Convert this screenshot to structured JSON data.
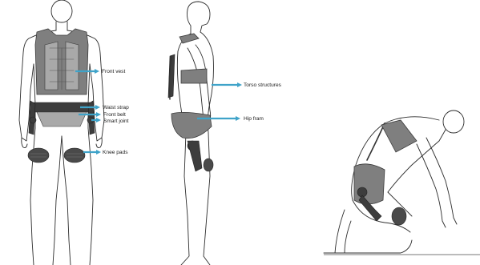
{
  "labels": {
    "front_vest": "Front vest",
    "waist_strap": "Waist strap",
    "front_belt": "Front belt",
    "smart_joint": "Smart joint",
    "knee_pads": "Knee pads",
    "torso_structures": "Torso structures",
    "hip_frame": "Hip fram"
  },
  "colors": {
    "arrow": "#3fa3c9",
    "vest": "#7f7f7f",
    "outline": "#2c2c2c"
  }
}
